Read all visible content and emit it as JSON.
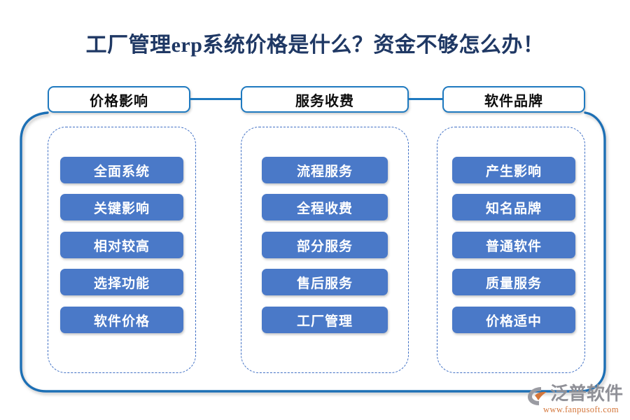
{
  "page": {
    "title": "工厂管理erp系统价格是什么？资金不够怎么办！",
    "background": "#ffffff"
  },
  "colors": {
    "title_text": "#1f3864",
    "header_border": "#1f7ac0",
    "header_text": "#0d0d0d",
    "pill_fill": "#4a79c8",
    "pill_text": "#ffffff",
    "dashed_border": "#3f6fc4",
    "frame_stroke": "#1f6fb5",
    "logo_gray": "#8f9097",
    "logo_orange": "#d4763a"
  },
  "columns": [
    {
      "header": "价格影响",
      "items": [
        "全面系统",
        "关键影响",
        "相对较高",
        "选择功能",
        "软件价格"
      ]
    },
    {
      "header": "服务收费",
      "items": [
        "流程服务",
        "全程收费",
        "部分服务",
        "售后服务",
        "工厂管理"
      ]
    },
    {
      "header": "软件品牌",
      "items": [
        "产生影响",
        "知名品牌",
        "普通软件",
        "质量服务",
        "价格适中"
      ]
    }
  ],
  "logo": {
    "wordmark": "泛普软件",
    "url": "www.fanpusoft.com",
    "mark_icon": "fanpu-swoosh-icon"
  }
}
